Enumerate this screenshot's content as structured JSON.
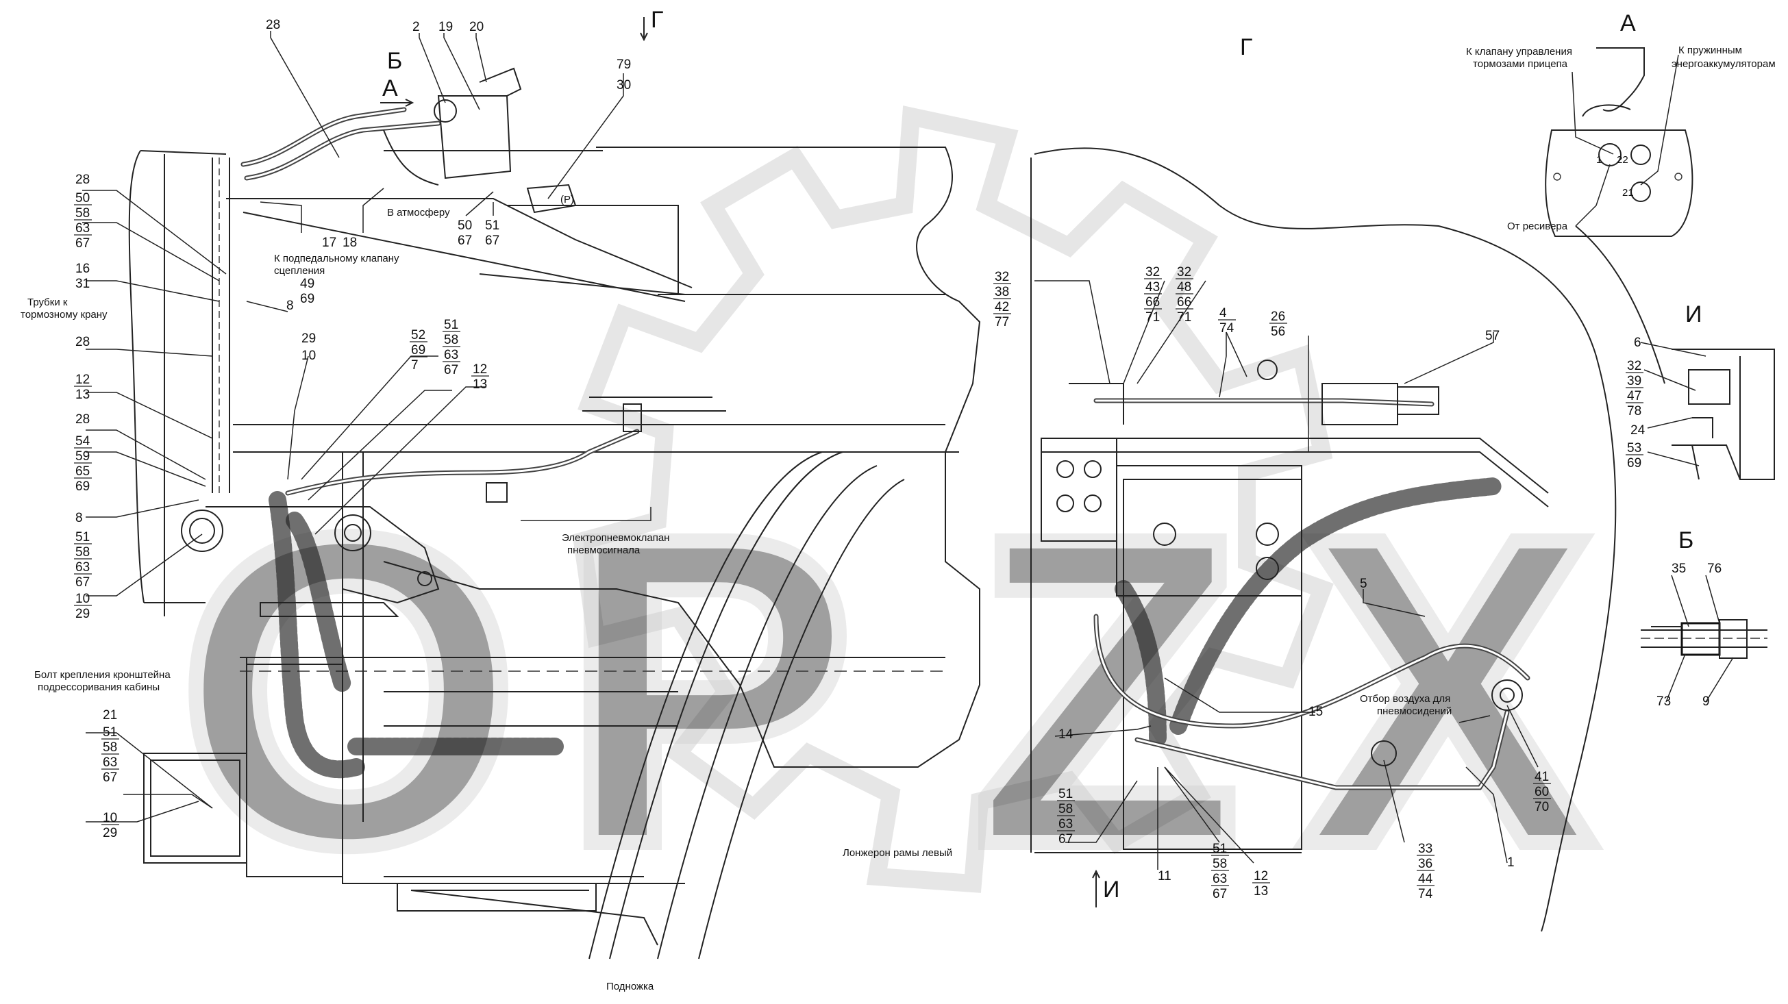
{
  "view_labels": {
    "view_g_arrow": "Г",
    "view_g_title": "Г",
    "view_a_arrow": "А",
    "view_a_title": "А",
    "view_b_arrow": "Б",
    "view_b_title": "Б",
    "view_i_arrow": "И",
    "view_i_title": "И"
  },
  "notes": {
    "trailer_brake_valve_1": "К клапану управления",
    "trailer_brake_valve_2": "тормозами прицепа",
    "spring_accumulators_1": "К пружинным",
    "spring_accumulators_2": "энергоаккумуляторам",
    "from_receiver": "От ресивера",
    "to_atmosphere": "В атмосферу",
    "clutch_valve_1": "К подпедальному клапану",
    "clutch_valve_2": "сцепления",
    "brake_tubes_1": "Трубки к",
    "brake_tubes_2": "тормозному крану",
    "valve_signal_1": "Электропневмоклапан",
    "valve_signal_2": "пневмосигнала",
    "cab_bolt_1": "Болт крепления кронштейна",
    "cab_bolt_2": "подрессоривания кабины",
    "frame_member": "Лонжерон рамы левый",
    "step": "Подножка",
    "seat_air_1": "Отбор воздуха для",
    "seat_air_2": "пневмосидений",
    "park_symbol": "(P)"
  },
  "callouts": {
    "c28_top": "28",
    "c2": "2",
    "c19": "19",
    "c20": "20",
    "c79": "79",
    "c30": "30",
    "c28_mid": "28",
    "s50_58_63_67_a": [
      "50",
      "58",
      "63",
      "67"
    ],
    "c16": "16",
    "c31": "31",
    "c49": "49",
    "c69_a": "69",
    "c8_a": "8",
    "c17": "17",
    "c18": "18",
    "c50_b": "50",
    "c67_b": "67",
    "c51_b": "51",
    "c67_c": "67",
    "c28_low": "28",
    "c10_a": "10",
    "c29_a": "29",
    "s52_69_7": [
      "52",
      "69",
      "7"
    ],
    "s51_58_63_67_a": [
      "51",
      "58",
      "63",
      "67"
    ],
    "s12_13_a": [
      "12",
      "13"
    ],
    "s12_13_b": [
      "12",
      "13"
    ],
    "c28_low2": "28",
    "s54_59_65_69": [
      "54",
      "59",
      "65",
      "69"
    ],
    "c8_b": "8",
    "s51_58_63_67_b": [
      "51",
      "58",
      "63",
      "67"
    ],
    "s10_29_b": [
      "10",
      "29"
    ],
    "c21": "21",
    "s51_58_63_67_c": [
      "51",
      "58",
      "63",
      "67"
    ],
    "s10_29_c": [
      "10",
      "29"
    ],
    "s32_38_42_77": [
      "32",
      "38",
      "42",
      "77"
    ],
    "s32_43_66_71": [
      "32",
      "43",
      "66",
      "71"
    ],
    "s32_48_66_71": [
      "32",
      "48",
      "66",
      "71"
    ],
    "s4_74": [
      "4",
      "74"
    ],
    "s26_56": [
      "26",
      "56"
    ],
    "c57": "57",
    "c5": "5",
    "c15": "15",
    "c14": "14",
    "s51_58_63_67_d": [
      "51",
      "58",
      "63",
      "67"
    ],
    "s51_58_63_67_e": [
      "51",
      "58",
      "63",
      "67"
    ],
    "c11": "11",
    "s12_13_c": [
      "12",
      "13"
    ],
    "s33_36_44_74": [
      "33",
      "36",
      "44",
      "74"
    ],
    "c1": "1",
    "s41_60_70": [
      "41",
      "60",
      "70"
    ],
    "a_port_1": "1",
    "a_port_22": "22",
    "a_port_21": "21",
    "i_6": "6",
    "s32_39_47_78": [
      "32",
      "39",
      "47",
      "78"
    ],
    "c24": "24",
    "s53_69": [
      "53",
      "69"
    ],
    "b_35": "35",
    "b_76": "76",
    "b_73": "73",
    "b_9": "9"
  }
}
